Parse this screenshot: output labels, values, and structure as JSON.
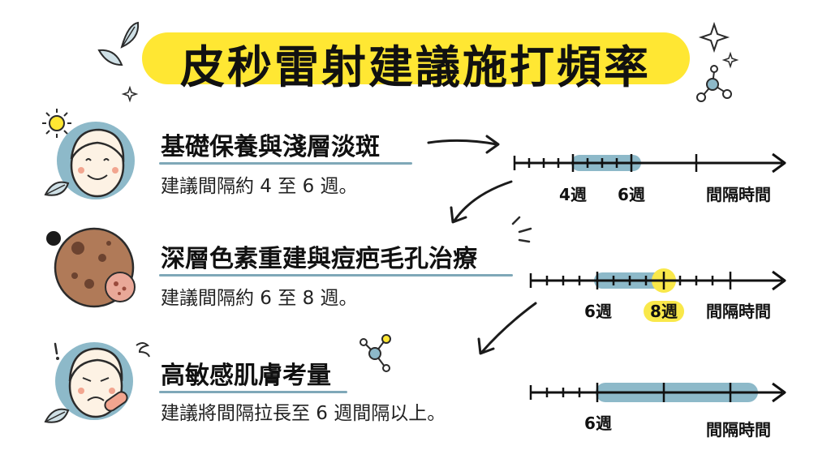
{
  "title": "皮秒雷射建議施打頻率",
  "sections": [
    {
      "heading": "基礎保養與淺層淡斑",
      "description": "建議間隔約 4 至 6 週。",
      "timeline": {
        "tick_labels": [
          "4週",
          "6週"
        ],
        "axis_label": "間隔時間",
        "highlight_weeks": [
          4,
          6
        ]
      }
    },
    {
      "heading": "深層色素重建與痘疤毛孔治療",
      "description": "建議間隔約 6 至 8 週。",
      "timeline": {
        "tick_labels": [
          "6週",
          "8週"
        ],
        "axis_label": "間隔時間",
        "highlight_weeks": [
          6,
          8
        ],
        "emphasized_label": "8週"
      }
    },
    {
      "heading": "高敏感肌膚考量",
      "description": "建議將間隔拉長至 6 週間隔以上。",
      "timeline": {
        "tick_labels": [
          "6週"
        ],
        "axis_label": "間隔時間",
        "highlight_weeks": [
          6,
          "以上"
        ]
      }
    }
  ],
  "colors": {
    "title_highlight": "#ffe733",
    "range_band": "#8db9c9",
    "emphasis": "#f9e84a",
    "underline": "#7fa8b8",
    "skin": "#fbe3cf",
    "pigment_skin": "#b07a58"
  },
  "icons": [
    "sun-icon",
    "leaf-icon",
    "sparkle-icon",
    "molecule-icon",
    "bandage-icon",
    "arrow-icon"
  ]
}
